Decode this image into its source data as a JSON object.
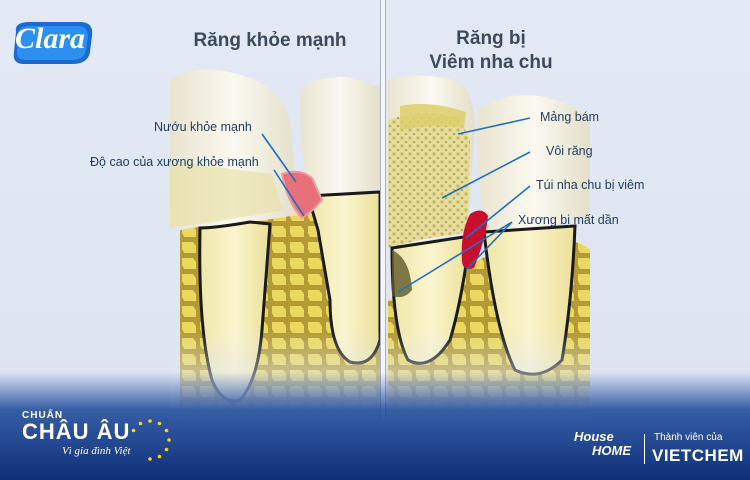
{
  "brand": {
    "logo_text": "Clara"
  },
  "titles": {
    "left": "Răng khỏe mạnh",
    "right_line1": "Răng bị",
    "right_line2": "Viêm nha chu"
  },
  "labels_left": {
    "gum": "Nướu khỏe mạnh",
    "bone": "Độ cao của xương khỏe mạnh"
  },
  "labels_right": {
    "plaque": "Mảng bám",
    "tartar": "Vôi răng",
    "pocket": "Túi nha chu bị viêm",
    "bone_loss": "Xương bị mất dần"
  },
  "footer": {
    "chuan": "CHUẨN",
    "chau_au": "CHÂU ÂU",
    "slogan": "Vì gia đình Việt",
    "house_line1": "House",
    "house_line2": "HOME",
    "member_of": "Thành viên của",
    "vietchem": "VIETCHEM"
  },
  "colors": {
    "background": "#e6ecf6",
    "gum_healthy": "#e8707a",
    "pocket_inflamed": "#c8102e",
    "bone": "#e9d860",
    "tooth": "#f6f3e6",
    "leader_line": "#1f6fc4",
    "footer": "#123a8a"
  }
}
